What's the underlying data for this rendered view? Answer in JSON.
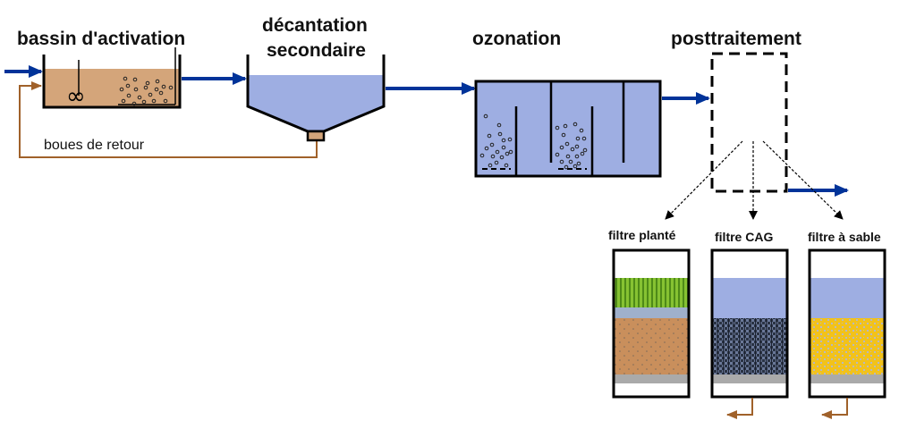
{
  "title": "Filière de traitement des eaux usées avec ozonation et posttraitement",
  "stages": {
    "activation": {
      "label": "bassin d'activation"
    },
    "decantation": {
      "label_line1": "décantation",
      "label_line2": "secondaire"
    },
    "ozonation": {
      "label": "ozonation"
    },
    "posttraitement": {
      "label": "posttraitement"
    }
  },
  "return_sludge": {
    "label": "boues de retour"
  },
  "filters": [
    {
      "label": "filtre planté",
      "layers": [
        "plants",
        "water",
        "soil",
        "gravel"
      ]
    },
    {
      "label": "filtre CAG",
      "layers": [
        "water",
        "activated-carbon",
        "gravel"
      ]
    },
    {
      "label": "filtre à sable",
      "layers": [
        "water",
        "sand",
        "gravel"
      ]
    }
  ],
  "colors": {
    "water_flow": "#003399",
    "sludge_flow": "#a0612a",
    "sludge": "#d4a57a",
    "water": "#9eaee2",
    "plants": "#7ab72e",
    "soil": "#c98f5c",
    "carbon": "#3a4558",
    "sand": "#f0c020",
    "gravel": "#aaaaaa",
    "outline": "#000000"
  }
}
